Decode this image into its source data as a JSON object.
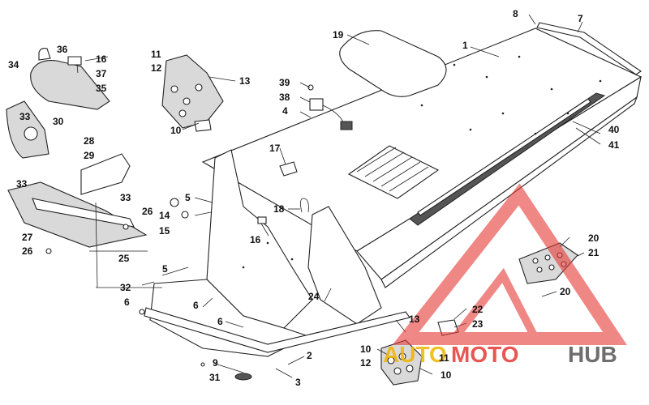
{
  "callouts": [
    {
      "id": "c1",
      "text": "1"
    },
    {
      "id": "c2",
      "text": "2"
    },
    {
      "id": "c3",
      "text": "3"
    },
    {
      "id": "c4",
      "text": "4"
    },
    {
      "id": "c5a",
      "text": "5"
    },
    {
      "id": "c5b",
      "text": "5"
    },
    {
      "id": "c6a",
      "text": "6"
    },
    {
      "id": "c6b",
      "text": "6"
    },
    {
      "id": "c6c",
      "text": "6"
    },
    {
      "id": "c7",
      "text": "7"
    },
    {
      "id": "c8",
      "text": "8"
    },
    {
      "id": "c9",
      "text": "9"
    },
    {
      "id": "c10a",
      "text": "10"
    },
    {
      "id": "c10b",
      "text": "10"
    },
    {
      "id": "c10c",
      "text": "10"
    },
    {
      "id": "c11a",
      "text": "11"
    },
    {
      "id": "c11b",
      "text": "11"
    },
    {
      "id": "c12a",
      "text": "12"
    },
    {
      "id": "c12b",
      "text": "12"
    },
    {
      "id": "c13a",
      "text": "13"
    },
    {
      "id": "c13b",
      "text": "13"
    },
    {
      "id": "c14",
      "text": "14"
    },
    {
      "id": "c15",
      "text": "15"
    },
    {
      "id": "c16a",
      "text": "16"
    },
    {
      "id": "c16b",
      "text": "16"
    },
    {
      "id": "c17",
      "text": "17"
    },
    {
      "id": "c18",
      "text": "18"
    },
    {
      "id": "c19",
      "text": "19"
    },
    {
      "id": "c20a",
      "text": "20"
    },
    {
      "id": "c20b",
      "text": "20"
    },
    {
      "id": "c21",
      "text": "21"
    },
    {
      "id": "c22",
      "text": "22"
    },
    {
      "id": "c23",
      "text": "23"
    },
    {
      "id": "c24",
      "text": "24"
    },
    {
      "id": "c25",
      "text": "25"
    },
    {
      "id": "c26a",
      "text": "26"
    },
    {
      "id": "c26b",
      "text": "26"
    },
    {
      "id": "c27",
      "text": "27"
    },
    {
      "id": "c28",
      "text": "28"
    },
    {
      "id": "c29",
      "text": "29"
    },
    {
      "id": "c30",
      "text": "30"
    },
    {
      "id": "c31",
      "text": "31"
    },
    {
      "id": "c32",
      "text": "32"
    },
    {
      "id": "c33a",
      "text": "33"
    },
    {
      "id": "c33b",
      "text": "33"
    },
    {
      "id": "c33c",
      "text": "33"
    },
    {
      "id": "c34",
      "text": "34"
    },
    {
      "id": "c35",
      "text": "35"
    },
    {
      "id": "c36",
      "text": "36"
    },
    {
      "id": "c37",
      "text": "37"
    },
    {
      "id": "c38",
      "text": "38"
    },
    {
      "id": "c39",
      "text": "39"
    },
    {
      "id": "c40",
      "text": "40"
    },
    {
      "id": "c41",
      "text": "41"
    }
  ],
  "watermark": {
    "brand_part1": "AUTO",
    "brand_part2": "MOTO",
    "brand_part3": "HUB",
    "color_part1": "#f0b400",
    "color_part2": "#e53935",
    "color_part3": "#555555",
    "logo_color": "#e53935"
  }
}
